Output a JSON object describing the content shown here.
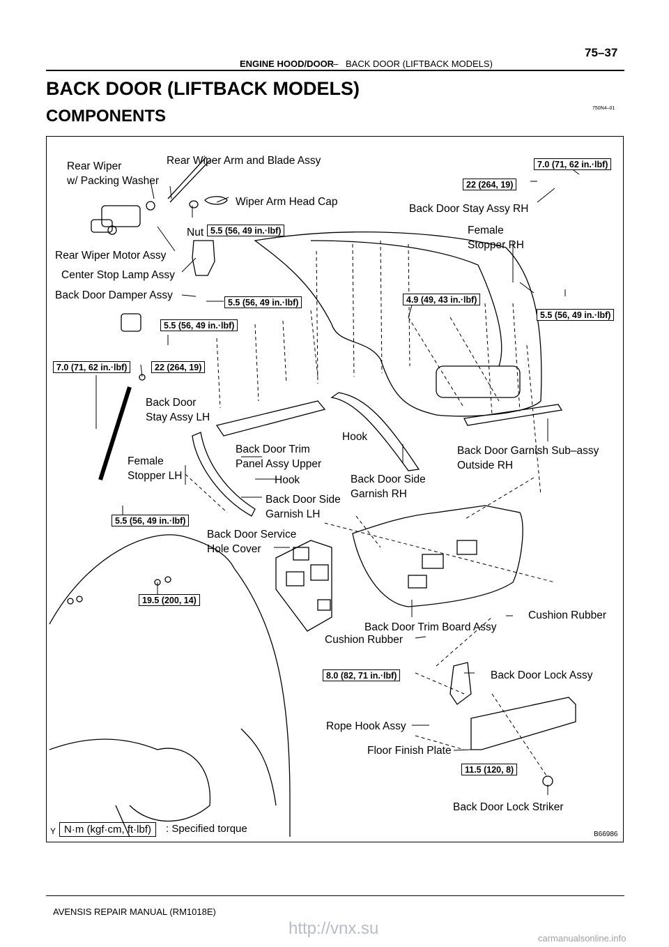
{
  "header": {
    "section": "ENGINE HOOD/DOOR",
    "separator": "–",
    "subsection": "BACK DOOR (LIFTBACK MODELS)",
    "page_number": "75–37"
  },
  "title": "BACK DOOR (LIFTBACK MODELS)",
  "subtitle": "COMPONENTS",
  "figure_code": "750N4–01",
  "diagram_id": "B66986",
  "corner_mark": "Y",
  "labels": {
    "rear_wiper": "Rear Wiper",
    "packing_washer": "w/ Packing Washer",
    "wiper_arm_blade": "Rear Wiper Arm and Blade Assy",
    "wiper_arm_head_cap": "Wiper Arm Head Cap",
    "nut": "Nut",
    "rear_wiper_motor": "Rear Wiper Motor Assy",
    "center_stop_lamp": "Center Stop Lamp Assy",
    "back_door_damper": "Back Door Damper Assy",
    "stay_lh_1": "Back Door",
    "stay_lh_2": "Stay Assy LH",
    "female_stopper_lh_1": "Female",
    "female_stopper_lh_2": "Stopper LH",
    "trim_upper_1": "Back Door Trim",
    "trim_upper_2": "Panel Assy Upper",
    "hook_1": "Hook",
    "hook_2": "Hook",
    "side_garnish_lh_1": "Back Door Side",
    "side_garnish_lh_2": "Garnish LH",
    "side_garnish_rh_1": "Back Door Side",
    "side_garnish_rh_2": "Garnish RH",
    "service_hole_1": "Back Door Service",
    "service_hole_2": "Hole Cover",
    "stay_rh": "Back Door Stay Assy RH",
    "female_stopper_rh_1": "Female",
    "female_stopper_rh_2": "Stopper RH",
    "garnish_outside_1": "Back Door Garnish Sub–assy",
    "garnish_outside_2": "Outside RH",
    "cushion_rubber_1": "Cushion Rubber",
    "cushion_rubber_2": "Cushion Rubber",
    "trim_board": "Back Door Trim Board Assy",
    "lock_assy": "Back Door Lock Assy",
    "rope_hook": "Rope Hook Assy",
    "floor_finish": "Floor Finish Plate",
    "lock_striker": "Back Door Lock Striker"
  },
  "torques": {
    "t_nut": "5.5 (56, 49 in.·lbf)",
    "t_lamp": "5.5 (56, 49 in.·lbf)",
    "t_damper": "5.5 (56, 49 in.·lbf)",
    "t_stay_lh_top": "7.0 (71, 62 in.·lbf)",
    "t_stay_lh_bolt": "22 (264, 19)",
    "t_stopper_lh": "5.5 (56, 49 in.·lbf)",
    "t_hinge": "19.5 (200, 14)",
    "t_stay_rh_top": "7.0 (71, 62 in.·lbf)",
    "t_stay_rh_bolt": "22 (264, 19)",
    "t_stopper_rh": "5.5 (56, 49 in.·lbf)",
    "t_door_bolt": "4.9 (49, 43 in.·lbf)",
    "t_lock": "8.0 (82, 71 in.·lbf)",
    "t_striker": "11.5 (120, 8)"
  },
  "legend": {
    "unit": "N·m (kgf·cm, ft·lbf)",
    "text": ": Specified torque"
  },
  "footer": {
    "manual": "AVENSIS REPAIR MANUAL   (RM1018E)",
    "watermark": "http://vnx.su",
    "site": "carmanualsonline.info"
  }
}
